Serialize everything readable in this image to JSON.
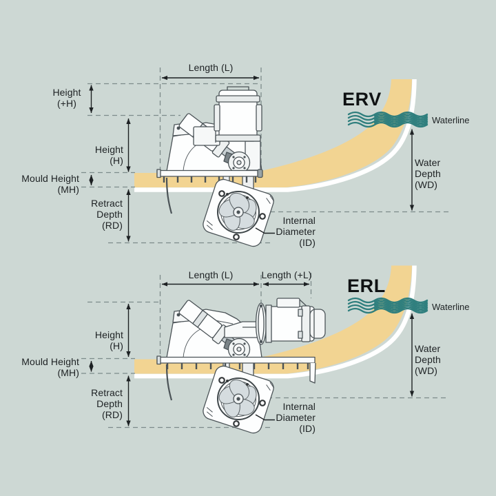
{
  "colors": {
    "background": "#cdd8d4",
    "hull_band": "#f2d492",
    "hull_inner_stripe": "#ffffff",
    "waterline_waves": "#2e7e7d",
    "dashed_guides": "#7d8b8a",
    "dimension_lines": "#1d2123",
    "label_text": "#1d2123",
    "machine_outline": "#4b5357"
  },
  "diagrams": [
    {
      "title": "ERV",
      "variant": "vertical-motor-retractable-thruster",
      "labels": {
        "length_l": "Length (L)",
        "height_plus_h": "Height\n(+H)",
        "height_h": "Height\n(H)",
        "mould_height_mh": "Mould Height\n(MH)",
        "retract_depth_rd": "Retract\nDepth\n(RD)",
        "internal_diameter_id": "Internal\nDiameter\n(ID)",
        "waterline": "Waterline",
        "water_depth_wd": "Water\nDepth\n(WD)"
      }
    },
    {
      "title": "ERL",
      "variant": "horizontal-motor-retractable-thruster",
      "labels": {
        "length_l": "Length (L)",
        "length_plus_l": "Length (+L)",
        "height_h": "Height\n(H)",
        "mould_height_mh": "Mould Height\n(MH)",
        "retract_depth_rd": "Retract\nDepth\n(RD)",
        "internal_diameter_id": "Internal\nDiameter\n(ID)",
        "waterline": "Waterline",
        "water_depth_wd": "Water\nDepth\n(WD)"
      }
    }
  ]
}
